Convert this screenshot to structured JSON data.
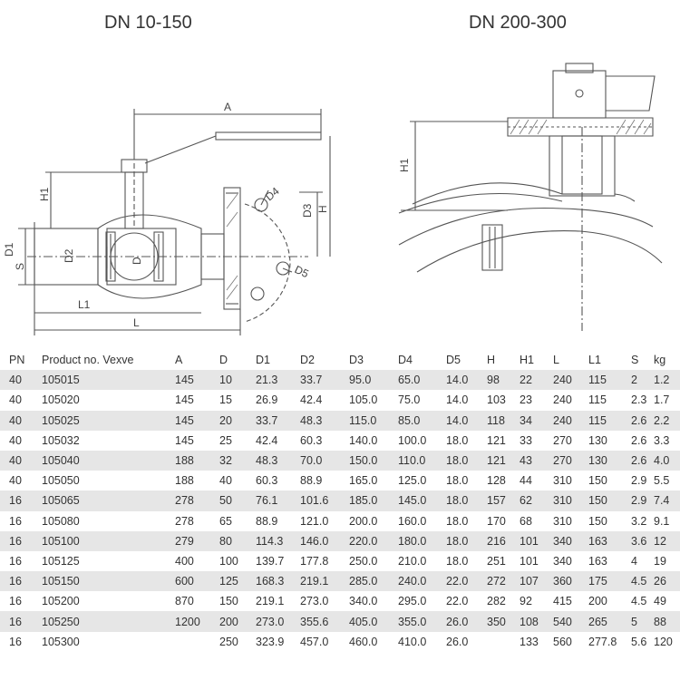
{
  "titles": {
    "left": "DN 10-150",
    "right": "DN 200-300"
  },
  "drawing_labels": {
    "A": "A",
    "H1": "H1",
    "H": "H",
    "D1": "D1",
    "D2": "D2",
    "D": "D",
    "S": "S",
    "L1": "L1",
    "L": "L",
    "D3": "D3",
    "D4": "D4",
    "D5": "D5",
    "H1_right": "H1"
  },
  "table": {
    "headers": [
      "PN",
      "Product no. Vexve",
      "A",
      "D",
      "D1",
      "D2",
      "D3",
      "D4",
      "D5",
      "H",
      "H1",
      "L",
      "L1",
      "S",
      "kg"
    ],
    "rows": [
      [
        "40",
        "105015",
        "145",
        "10",
        "21.3",
        "33.7",
        "95.0",
        "65.0",
        "14.0",
        "98",
        "22",
        "240",
        "115",
        "2",
        "1.2"
      ],
      [
        "40",
        "105020",
        "145",
        "15",
        "26.9",
        "42.4",
        "105.0",
        "75.0",
        "14.0",
        "103",
        "23",
        "240",
        "115",
        "2.3",
        "1.7"
      ],
      [
        "40",
        "105025",
        "145",
        "20",
        "33.7",
        "48.3",
        "115.0",
        "85.0",
        "14.0",
        "118",
        "34",
        "240",
        "115",
        "2.6",
        "2.2"
      ],
      [
        "40",
        "105032",
        "145",
        "25",
        "42.4",
        "60.3",
        "140.0",
        "100.0",
        "18.0",
        "121",
        "33",
        "270",
        "130",
        "2.6",
        "3.3"
      ],
      [
        "40",
        "105040",
        "188",
        "32",
        "48.3",
        "70.0",
        "150.0",
        "110.0",
        "18.0",
        "121",
        "43",
        "270",
        "130",
        "2.6",
        "4.0"
      ],
      [
        "40",
        "105050",
        "188",
        "40",
        "60.3",
        "88.9",
        "165.0",
        "125.0",
        "18.0",
        "128",
        "44",
        "310",
        "150",
        "2.9",
        "5.5"
      ],
      [
        "16",
        "105065",
        "278",
        "50",
        "76.1",
        "101.6",
        "185.0",
        "145.0",
        "18.0",
        "157",
        "62",
        "310",
        "150",
        "2.9",
        "7.4"
      ],
      [
        "16",
        "105080",
        "278",
        "65",
        "88.9",
        "121.0",
        "200.0",
        "160.0",
        "18.0",
        "170",
        "68",
        "310",
        "150",
        "3.2",
        "9.1"
      ],
      [
        "16",
        "105100",
        "279",
        "80",
        "114.3",
        "146.0",
        "220.0",
        "180.0",
        "18.0",
        "216",
        "101",
        "340",
        "163",
        "3.6",
        "12"
      ],
      [
        "16",
        "105125",
        "400",
        "100",
        "139.7",
        "177.8",
        "250.0",
        "210.0",
        "18.0",
        "251",
        "101",
        "340",
        "163",
        "4",
        "19"
      ],
      [
        "16",
        "105150",
        "600",
        "125",
        "168.3",
        "219.1",
        "285.0",
        "240.0",
        "22.0",
        "272",
        "107",
        "360",
        "175",
        "4.5",
        "26"
      ],
      [
        "16",
        "105200",
        "870",
        "150",
        "219.1",
        "273.0",
        "340.0",
        "295.0",
        "22.0",
        "282",
        "92",
        "415",
        "200",
        "4.5",
        "49"
      ],
      [
        "16",
        "105250",
        "1200",
        "200",
        "273.0",
        "355.6",
        "405.0",
        "355.0",
        "26.0",
        "350",
        "108",
        "540",
        "265",
        "5",
        "88"
      ],
      [
        "16",
        "105300",
        "",
        "250",
        "323.9",
        "457.0",
        "460.0",
        "410.0",
        "26.0",
        "",
        "133",
        "560",
        "277.8",
        "5.6",
        "120"
      ]
    ]
  }
}
